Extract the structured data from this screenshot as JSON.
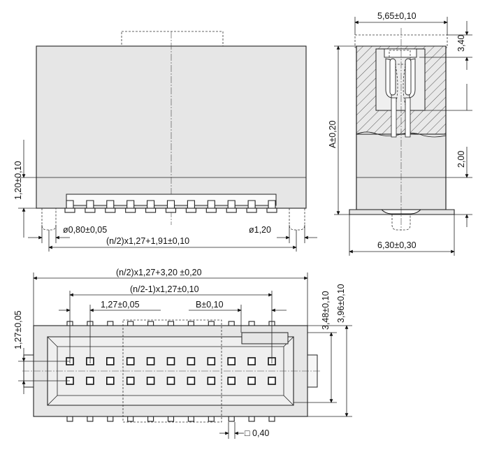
{
  "labels": {
    "side_width": "5,65±0,10",
    "side_top": "3,40",
    "side_height": "A±0,20",
    "side_lower": "2,00",
    "side_base": "6,30±0,30",
    "front_height": "1,20±0,10",
    "front_peg": "ø0,80±0,05",
    "front_peg2": "ø1,20",
    "front_length": "(n/2)x1,27+1,91±0,10",
    "top_total": "(n/2)x1,27+3,20 ±0,20",
    "top_pitch_span": "(n/2-1)x1,27±0,10",
    "top_pitch": "1,27±0,05",
    "top_b": "B±0,10",
    "top_row_pitch": "1,27±0,05",
    "top_depth1": "3,48±0,10",
    "top_depth2": "3,96±0,10",
    "top_pad": "□ 0,40"
  },
  "colors": {
    "body_fill": "#e6e6e6",
    "outline": "#222222"
  }
}
